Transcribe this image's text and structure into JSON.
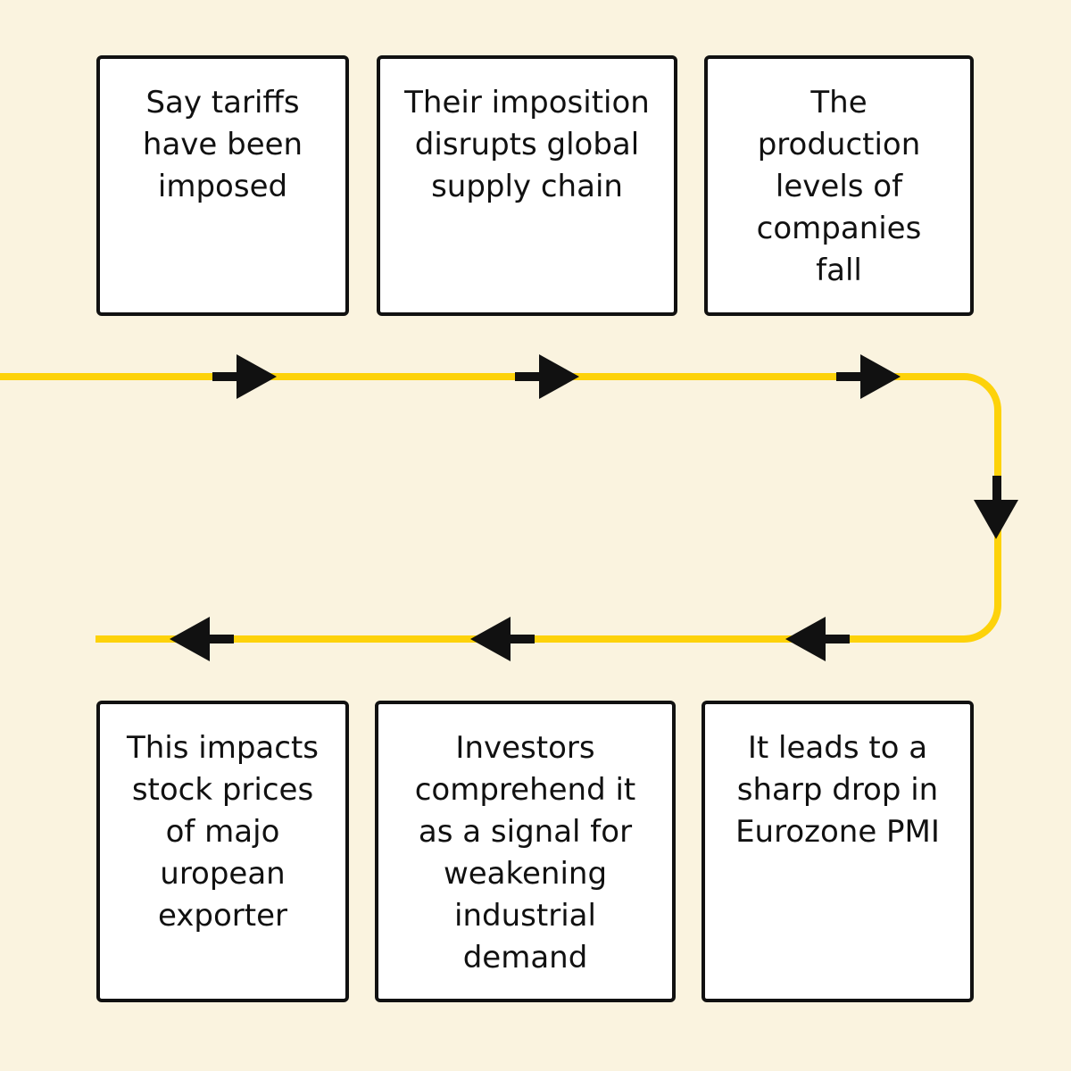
{
  "colors": {
    "background": "#faf3df",
    "flow_line": "#fdd20a",
    "arrow": "#111111",
    "box_fill": "#ffffff",
    "box_border": "#111111"
  },
  "steps": [
    {
      "text": "Say tariffs\nhave been\nimposed"
    },
    {
      "text": "Their imposition\ndisrupts global\nsupply chain"
    },
    {
      "text": "The\nproduction\nlevels of\ncompanies\nfall"
    },
    {
      "text": "It leads to a\nsharp drop in\nEurozone PMI"
    },
    {
      "text": "Investors\ncomprehend it\nas a signal for\nweakening\nindustrial\ndemand"
    },
    {
      "text": "This impacts\nstock prices\nof majo\nuropean\nexporter"
    }
  ],
  "arrows": [
    {
      "direction": "right"
    },
    {
      "direction": "right"
    },
    {
      "direction": "right"
    },
    {
      "direction": "down"
    },
    {
      "direction": "left"
    },
    {
      "direction": "left"
    },
    {
      "direction": "left"
    }
  ]
}
